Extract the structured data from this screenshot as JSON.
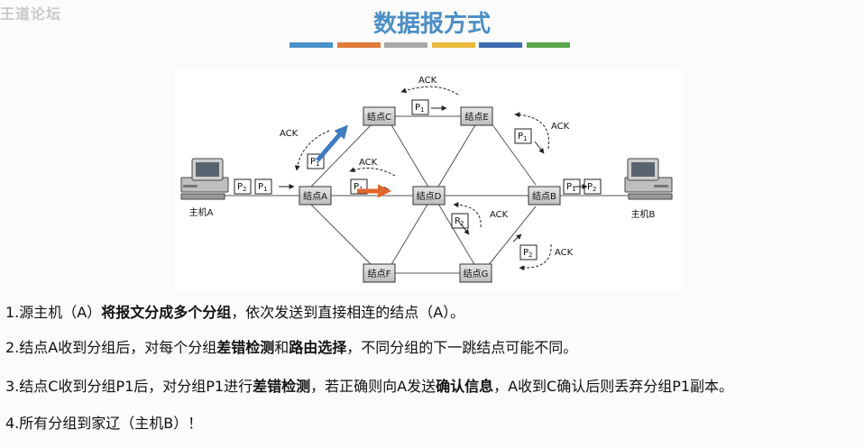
{
  "watermark": "王道论坛",
  "title": "数据报方式",
  "color_bar": [
    "#4a90c8",
    "#e07b3a",
    "#a9a9a9",
    "#e8b93a",
    "#3d6db0",
    "#5aa64a"
  ],
  "diagram": {
    "hosts": {
      "host_a": "主机A",
      "host_b": "主机B"
    },
    "nodes": {
      "a": "结点A",
      "b": "结点B",
      "c": "结点C",
      "d": "结点D",
      "e": "结点E",
      "f": "结点F",
      "g": "结点G"
    },
    "packet_label": "P",
    "packet_subscripts": {
      "one": "1",
      "two": "2"
    },
    "ack": "ACK"
  },
  "steps": [
    {
      "segments": [
        {
          "text": "1.源主机（A）",
          "bold": false
        },
        {
          "text": "将报文分成多个分组",
          "bold": true
        },
        {
          "text": "，依次发送到直接相连的结点（A）。",
          "bold": false
        }
      ]
    },
    {
      "segments": [
        {
          "text": "2.结点A收到分组后，对每个分组",
          "bold": false
        },
        {
          "text": "差错检测",
          "bold": true
        },
        {
          "text": "和",
          "bold": false
        },
        {
          "text": "路由选择",
          "bold": true
        },
        {
          "text": "，不同分组的下一跳结点可能不同。",
          "bold": false
        }
      ]
    },
    {
      "segments": [
        {
          "text": "3.结点C收到分组P1后，对分组P1进行",
          "bold": false
        },
        {
          "text": "差错检测",
          "bold": true
        },
        {
          "text": "，若正确则向A发送",
          "bold": false
        },
        {
          "text": "确认信息",
          "bold": true
        },
        {
          "text": "，A收到C确认后则丢弃分组P1副本。",
          "bold": false
        }
      ]
    },
    {
      "segments": [
        {
          "text": "4.所有分组到家辽（主机B）！",
          "bold": false
        }
      ]
    }
  ]
}
